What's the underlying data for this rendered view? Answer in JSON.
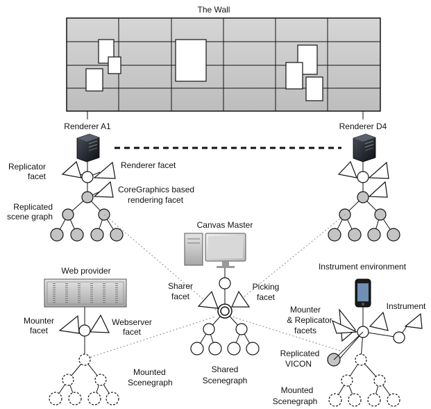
{
  "labels": {
    "wall_title": "The Wall",
    "renderer_a1": "Renderer A1",
    "renderer_d4": "Renderer D4",
    "replicator_facet_l1": "Replicator",
    "replicator_facet_l2": "facet",
    "renderer_facet": "Renderer facet",
    "coregraphics_l1": "CoreGraphics based",
    "coregraphics_l2": "rendering facet",
    "replicated_scene_l1": "Replicated",
    "replicated_scene_l2": "scene graph",
    "canvas_master": "Canvas Master",
    "web_provider": "Web provider",
    "instrument_environment": "Instrument environment",
    "sharer_facet_l1": "Sharer",
    "sharer_facet_l2": "facet",
    "picking_facet_l1": "Picking",
    "picking_facet_l2": "facet",
    "mounter_facet_l1": "Mounter",
    "mounter_facet_l2": "facet",
    "webserver_facet_l1": "Webserver",
    "webserver_facet_l2": "facet",
    "mounter_replicator_l1": "Mounter",
    "mounter_replicator_l2": "& Replicator",
    "mounter_replicator_l3": "facets",
    "instrument": "Instrument",
    "replicated_vicon_l1": "Replicated",
    "replicated_vicon_l2": "VICON",
    "mounted_scenegraph_left_l1": "Mounted",
    "mounted_scenegraph_left_l2": "Scenegraph",
    "shared_scenegraph_l1": "Shared",
    "shared_scenegraph_l2": "Scenegraph",
    "mounted_scenegraph_right_l1": "Mounted",
    "mounted_scenegraph_right_l2": "Scenegraph"
  },
  "colors": {
    "wall_fill": "#c9c9c9",
    "node_gray": "#c4c4c4",
    "line": "#111111",
    "dotted_line": "#9a9a9a"
  }
}
